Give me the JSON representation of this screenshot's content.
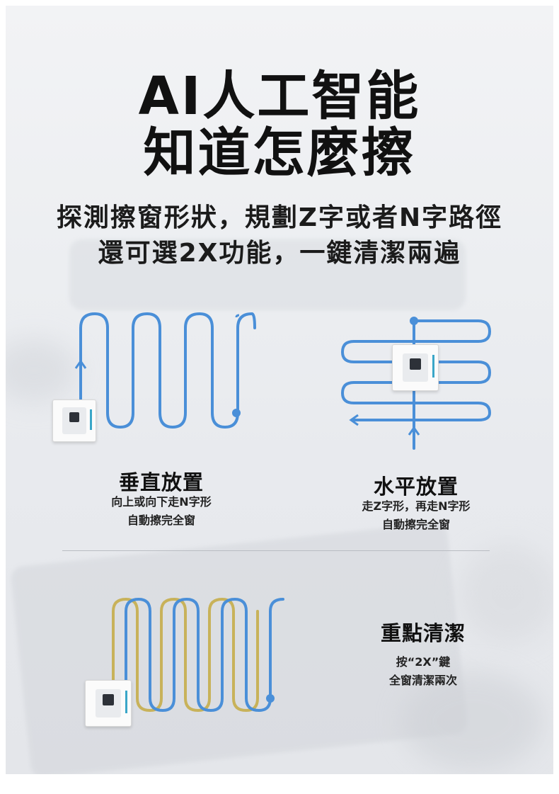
{
  "headline": {
    "line1": "AI人工智能",
    "line2": "知道怎麼擦"
  },
  "subheadline": {
    "line1": "探測擦窗形狀，規劃Z字或者N字路徑",
    "line2": "還可選2X功能，一鍵清潔兩遍"
  },
  "sections": {
    "vertical": {
      "title": "垂直放置",
      "desc_line1": "向上或向下走N字形",
      "desc_line2": "自動擦完全窗"
    },
    "horizontal": {
      "title": "水平放置",
      "desc_line1": "走Z字形，再走N字形",
      "desc_line2": "自動擦完全窗"
    },
    "double": {
      "title": "重點清潔",
      "desc_line1": "按“2X”鍵",
      "desc_line2": "全窗清潔兩次"
    }
  },
  "colors": {
    "path_blue": "#4a8fd8",
    "path_gold": "#c8b25a",
    "title_text": "#111111"
  },
  "icons": [
    "window-robot-icon",
    "path-arrow-icon",
    "path-end-dot-icon"
  ]
}
